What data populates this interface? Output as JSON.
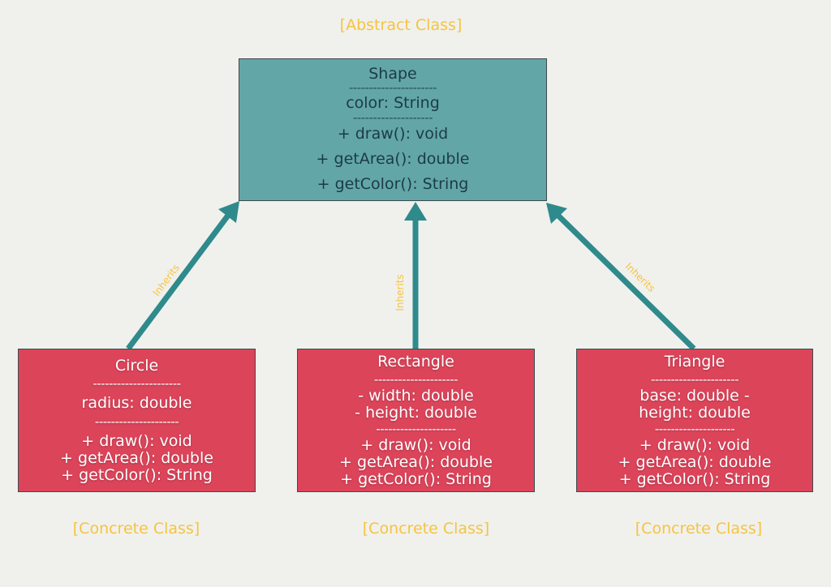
{
  "colors": {
    "background": "#f0f1ec",
    "abstract_fill": "#62a6a8",
    "abstract_text": "#1c3b47",
    "concrete_fill": "#dc445a",
    "concrete_text": "#ffffff",
    "connector": "#2f8a8c",
    "annotation": "#f6c343"
  },
  "abstract_class": {
    "stereotype": "[Abstract Class]",
    "name": "Shape",
    "separator1": "----------------------",
    "attributes": [
      "color: String"
    ],
    "separator2": "--------------------",
    "methods": [
      "+ draw(): void",
      "+ getArea(): double",
      "+ getColor(): String"
    ]
  },
  "concrete_classes": [
    {
      "stereotype": "[Concrete Class]",
      "name": "Circle",
      "separator1": "----------------------",
      "attributes": [
        "radius: double"
      ],
      "separator2": "---------------------",
      "methods": [
        "+ draw(): void",
        "+ getArea(): double",
        "+ getColor(): String"
      ]
    },
    {
      "stereotype": "[Concrete Class]",
      "name": "Rectangle",
      "separator1": "---------------------",
      "attributes": [
        "- width: double",
        "- height: double"
      ],
      "separator2": "--------------------",
      "methods": [
        "+ draw(): void",
        "+ getArea(): double",
        "+ getColor(): String"
      ]
    },
    {
      "stereotype": "[Concrete Class]",
      "name": "Triangle",
      "separator1": "----------------------",
      "attributes": [
        "base: double -",
        "height: double"
      ],
      "separator2": "--------------------",
      "methods": [
        "+ draw(): void",
        "+ getArea(): double",
        "+ getColor(): String"
      ]
    }
  ],
  "relationships": [
    {
      "from": "Circle",
      "to": "Shape",
      "label": "Inherits"
    },
    {
      "from": "Rectangle",
      "to": "Shape",
      "label": "Inherits"
    },
    {
      "from": "Triangle",
      "to": "Shape",
      "label": "Inherits"
    }
  ]
}
